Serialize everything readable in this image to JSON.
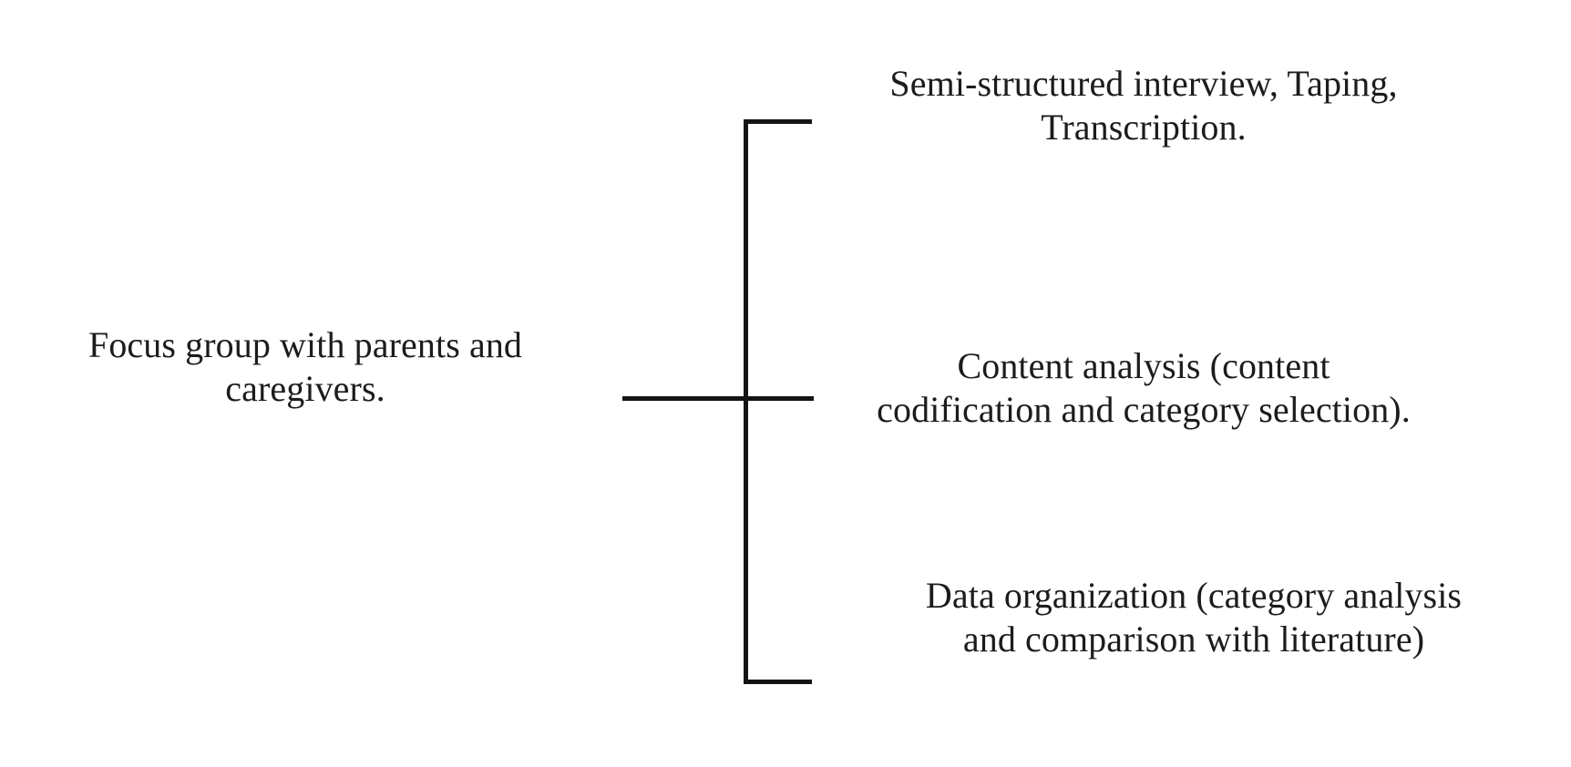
{
  "diagram": {
    "type": "horizontal-bracket-tree",
    "background_color": "#ffffff",
    "line_color": "#141414",
    "text_color": "#1c1c1c",
    "root": {
      "label_line_1": "Focus group with parents and",
      "label_line_2": "caregivers."
    },
    "branches": [
      {
        "id": "branch-1",
        "label_line_1": "Semi-structured interview, Taping,",
        "label_line_2": "Transcription."
      },
      {
        "id": "branch-2",
        "label_line_1": "Content analysis (content",
        "label_line_2": "codification and category selection)."
      },
      {
        "id": "branch-3",
        "label_line_1": "Data organization (category analysis",
        "label_line_2": "and comparison with literature)"
      }
    ]
  }
}
